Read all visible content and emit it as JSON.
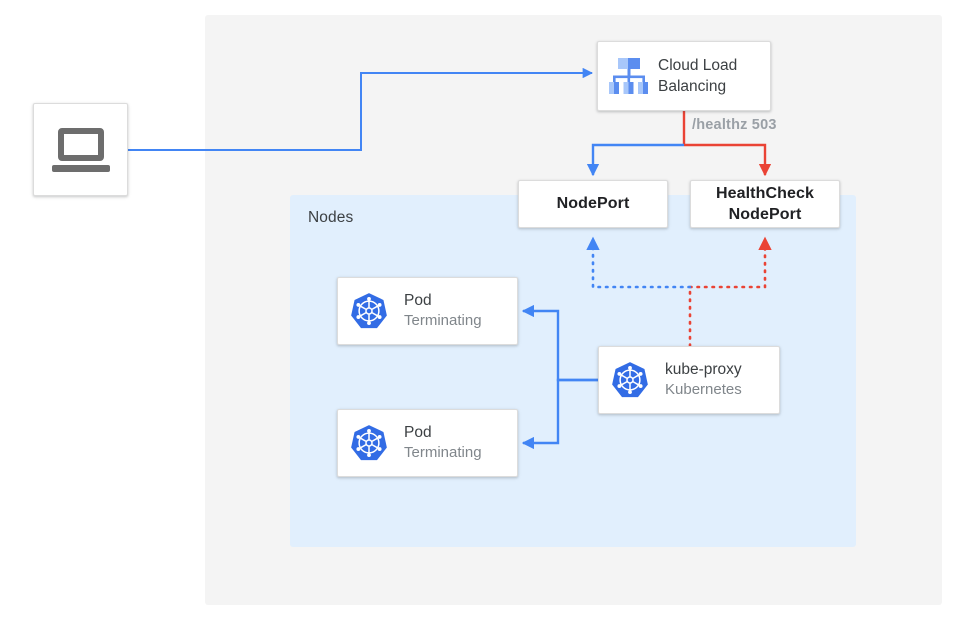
{
  "diagram": {
    "regions": {
      "outer_label": "",
      "nodes_label": "Nodes"
    },
    "nodes": {
      "client": {
        "icon": "laptop-icon",
        "label": ""
      },
      "cloud_load_balancing": {
        "icon": "cloud-load-balancing-icon",
        "title": "Cloud Load\nBalancing"
      },
      "nodeport": {
        "title": "NodePort"
      },
      "healthcheck_nodeport": {
        "title": "HealthCheck\nNodePort"
      },
      "pod1": {
        "icon": "kubernetes-icon",
        "title": "Pod",
        "subtitle": "Terminating"
      },
      "pod2": {
        "icon": "kubernetes-icon",
        "title": "Pod",
        "subtitle": "Terminating"
      },
      "kube_proxy": {
        "icon": "kubernetes-icon",
        "title": "kube-proxy",
        "subtitle": "Kubernetes"
      }
    },
    "edges": {
      "healthz_label": "/healthz 503"
    },
    "colors": {
      "blue": "#4285f4",
      "red": "#ea4335",
      "kubernetes_blue": "#326ce5",
      "region_outer": "#f4f4f4",
      "region_nodes": "#e1effd",
      "text_primary": "#3c4043",
      "text_secondary": "#80868b",
      "text_strong": "#202124",
      "icon_gray": "#6d6d6d"
    }
  }
}
